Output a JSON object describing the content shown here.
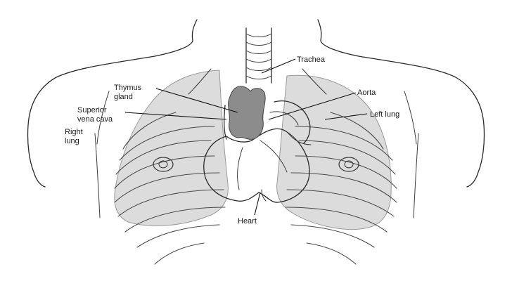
{
  "colors": {
    "lung_fill": "#dcdcdc",
    "thymus_fill": "#8c8c8c",
    "outline": "#2a2a2a",
    "background": "#ffffff"
  },
  "labels": {
    "trachea": "Trachea",
    "thymus_line1": "Thymus",
    "thymus_line2": "gland",
    "svc_line1": "Superior",
    "svc_line2": "vena cava",
    "right_lung_line1": "Right",
    "right_lung_line2": "lung",
    "aorta": "Aorta",
    "left_lung": "Left lung",
    "heart": "Heart"
  }
}
